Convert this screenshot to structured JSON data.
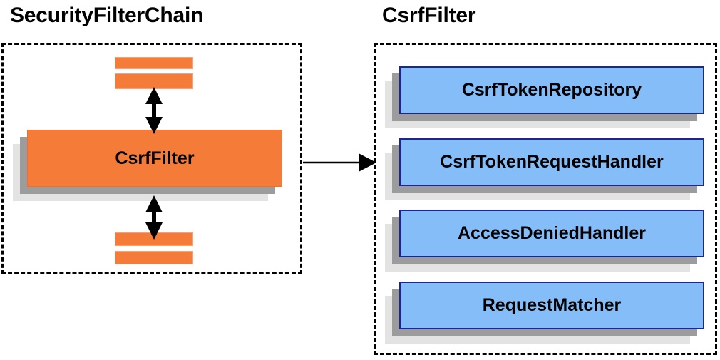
{
  "diagram": {
    "title_left": "SecurityFilterChain",
    "title_right": "CsrfFilter",
    "colors": {
      "orange_fill": "#f47b38",
      "orange_border": "#e8703a",
      "blue_fill": "#85bdf8",
      "blue_border": "#20258c",
      "shadow_near": "#9c9c9c",
      "shadow_far": "#e3e3e3",
      "outline": "#000000",
      "background": "#ffffff"
    }
  },
  "left_panel": {
    "title": "SecurityFilterChain",
    "center_node": {
      "label": "CsrfFilter"
    },
    "filters_above": [
      {
        "label": ""
      },
      {
        "label": ""
      }
    ],
    "filters_below": [
      {
        "label": ""
      },
      {
        "label": ""
      }
    ],
    "connectors": [
      {
        "name": "arrow-up-down-top",
        "kind": "double-arrow",
        "orientation": "vertical"
      },
      {
        "name": "arrow-up-down-bottom",
        "kind": "double-arrow",
        "orientation": "vertical"
      }
    ]
  },
  "right_panel": {
    "title": "CsrfFilter",
    "collaborators": [
      {
        "label": "CsrfTokenRepository"
      },
      {
        "label": "CsrfTokenRequestHandler"
      },
      {
        "label": "AccessDeniedHandler"
      },
      {
        "label": "RequestMatcher"
      }
    ]
  },
  "cross_link": {
    "name": "zoom-in-arrow",
    "kind": "single-arrow",
    "orientation": "horizontal",
    "from": "SecurityFilterChain",
    "to": "CsrfFilter"
  }
}
